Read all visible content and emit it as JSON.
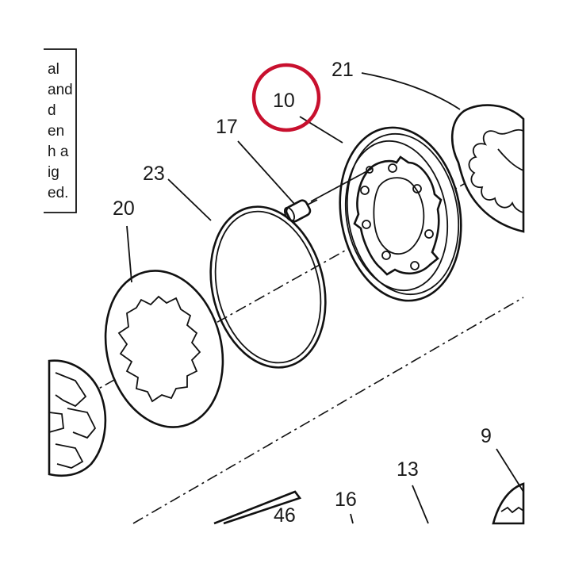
{
  "note_lines": [
    "al",
    "and",
    "d",
    "en",
    "h a",
    "ig",
    "ed."
  ],
  "callouts": {
    "c10": "10",
    "c21": "21",
    "c17": "17",
    "c23": "23",
    "c20": "20",
    "c9": "9",
    "c13": "13",
    "c16": "16",
    "c46": "46"
  },
  "highlight_color": "#c8102e",
  "line_color": "#111111"
}
